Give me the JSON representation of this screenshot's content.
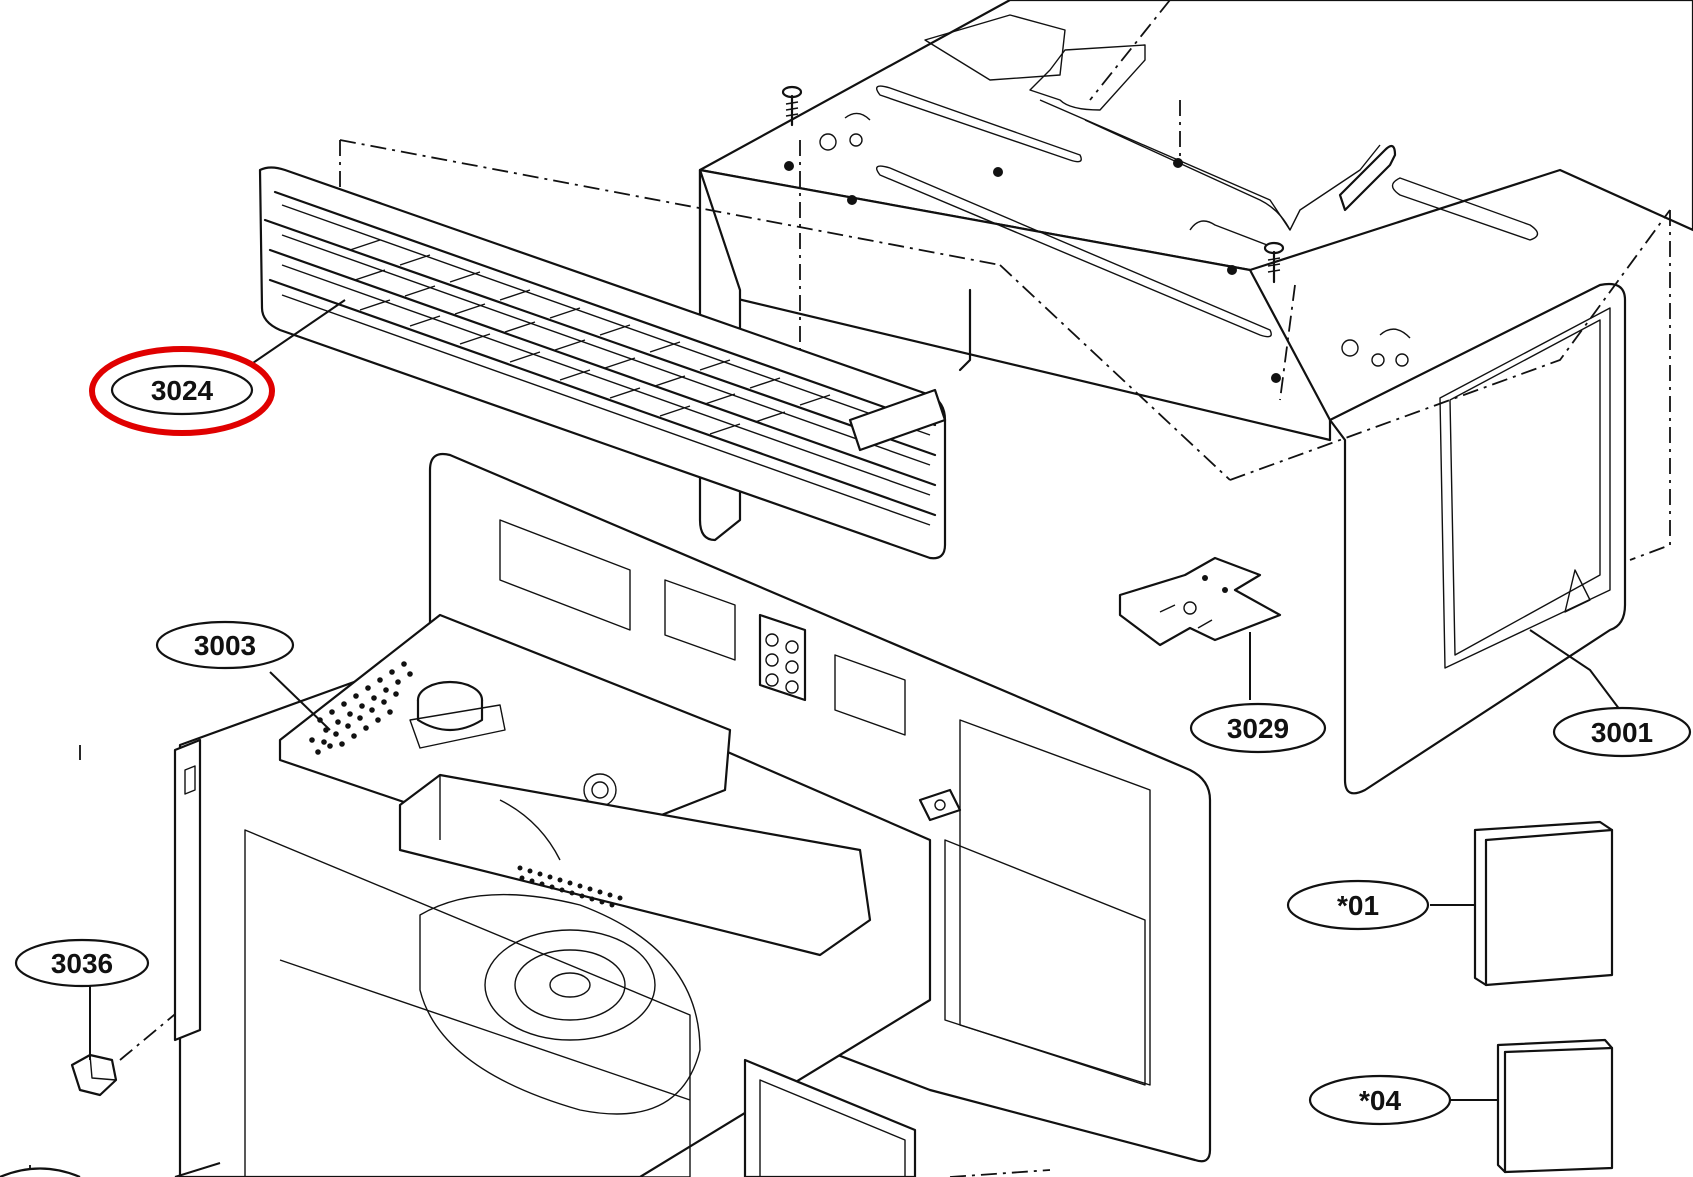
{
  "diagram": {
    "callouts": [
      {
        "id": "c3024",
        "label": "3024",
        "highlighted": true
      },
      {
        "id": "c3003",
        "label": "3003",
        "highlighted": false
      },
      {
        "id": "c3036",
        "label": "3036",
        "highlighted": false
      },
      {
        "id": "c3029",
        "label": "3029",
        "highlighted": false
      },
      {
        "id": "c3001",
        "label": "3001",
        "highlighted": false
      },
      {
        "id": "c01",
        "label": "*01",
        "highlighted": false
      },
      {
        "id": "c04",
        "label": "*04",
        "highlighted": false
      }
    ],
    "highlight_color": "#e00000"
  }
}
